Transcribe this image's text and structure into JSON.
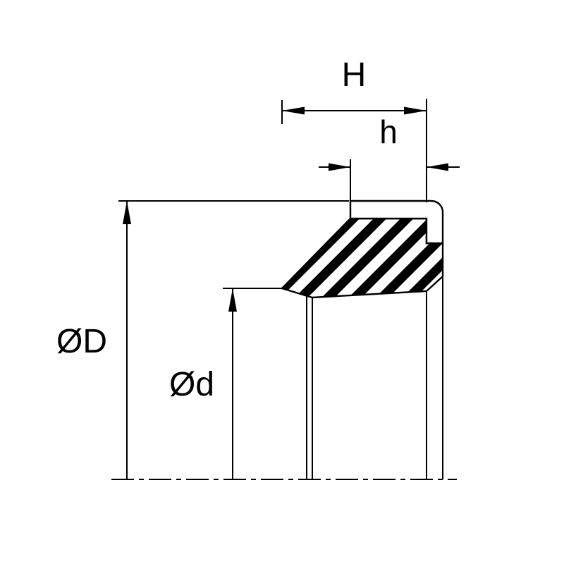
{
  "drawing": {
    "background_color": "#ffffff",
    "line_color": "#000000",
    "labels": {
      "height_total": "H",
      "height_secondary": "h",
      "outer_diameter": "ØD",
      "inner_diameter": "Ød"
    }
  }
}
